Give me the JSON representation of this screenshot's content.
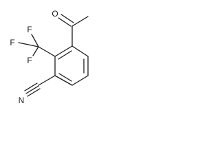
{
  "atoms": {
    "oxygen": "O",
    "fluorine_top": "F",
    "fluorine_left": "F",
    "fluorine_bottom": "F",
    "nitrogen": "N"
  },
  "colors": {
    "bond": "#1a1a1a",
    "background": "#ffffff"
  }
}
